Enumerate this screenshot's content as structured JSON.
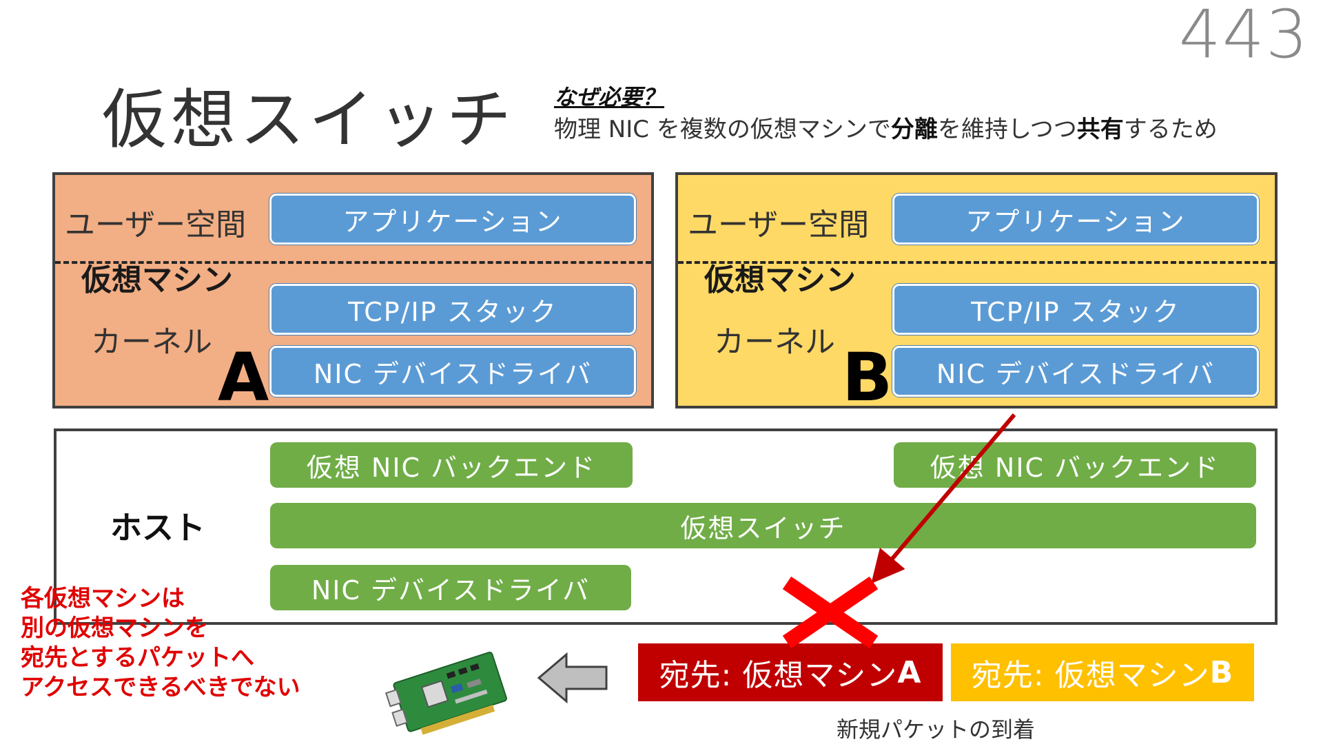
{
  "slide_number": "443",
  "title": "仮想スイッチ",
  "why": {
    "heading": "なぜ必要？",
    "text_1": "物理 NIC を複数の仮想マシンで",
    "bold_1": "分離",
    "text_2": "を維持しつつ",
    "bold_2": "共有",
    "text_3": "するため"
  },
  "vms": [
    {
      "user_space_label": "ユーザー空間",
      "vm_label": "仮想マシン",
      "kernel_label": "カーネル",
      "letter": "A",
      "app": "アプリケーション",
      "tcpip": "TCP/IP スタック",
      "driver": "NIC デバイスドライバ",
      "color": "#F2AE84"
    },
    {
      "user_space_label": "ユーザー空間",
      "vm_label": "仮想マシン",
      "kernel_label": "カーネル",
      "letter": "B",
      "app": "アプリケーション",
      "tcpip": "TCP/IP スタック",
      "driver": "NIC デバイスドライバ",
      "color": "#FFD966"
    }
  ],
  "host": {
    "label": "ホスト",
    "backend_a": "仮想 NIC バックエンド",
    "backend_b": "仮想 NIC バックエンド",
    "switch": "仮想スイッチ",
    "driver": "NIC デバイスドライバ",
    "color": "#70AD47"
  },
  "note_lines": [
    "各仮想マシンは",
    "別の仮想マシンを",
    "宛先とするパケットへ",
    "アクセスできるべきでない"
  ],
  "packets": {
    "a_prefix": "宛先: 仮想マシン",
    "a_letter": "A",
    "b_prefix": "宛先: 仮想マシン",
    "b_letter": "B",
    "a_color": "#C00000",
    "b_color": "#FFC000"
  },
  "arrival_label": "新規パケットの到着",
  "icons": {
    "nic_card": "nic-card-icon",
    "left_arrow": "left-arrow-icon",
    "cross": "cross-mark-icon"
  }
}
